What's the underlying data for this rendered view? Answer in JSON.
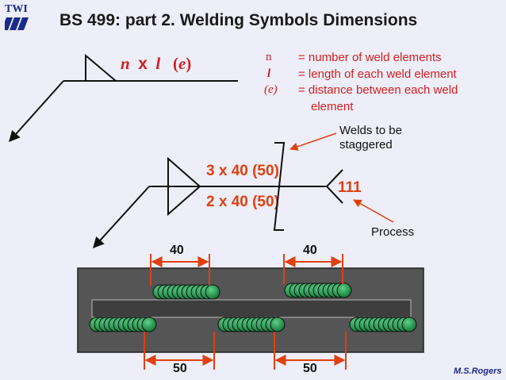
{
  "title": "BS 499: part 2.  Welding Symbols Dimensions",
  "logo_text": "TWI",
  "formula": {
    "n": "n",
    "x": "x",
    "l": "l",
    "e_open": "(",
    "e": "e",
    "e_close": ")"
  },
  "legend": [
    {
      "key": "n",
      "text": "= number of weld elements"
    },
    {
      "key": "l",
      "text": "= length of each weld element"
    },
    {
      "key": "(e)",
      "text": "= distance between each weld"
    },
    {
      "key": "",
      "text": "element"
    }
  ],
  "callouts": {
    "staggered_line1": "Welds to be",
    "staggered_line2": "staggered",
    "process": "Process"
  },
  "symbol": {
    "top_value": "3  x  40   (50)",
    "bottom_value": "2  x  40   (50)",
    "process_number": "111"
  },
  "dimensions": {
    "top_left": "40",
    "top_right": "40",
    "bottom_left": "50",
    "bottom_right": "50"
  },
  "signature": "M.S.Rogers",
  "colors": {
    "accent": "#e04010",
    "weld": "#1e9a4c",
    "plate": "#555555",
    "text_red": "#d02020"
  }
}
